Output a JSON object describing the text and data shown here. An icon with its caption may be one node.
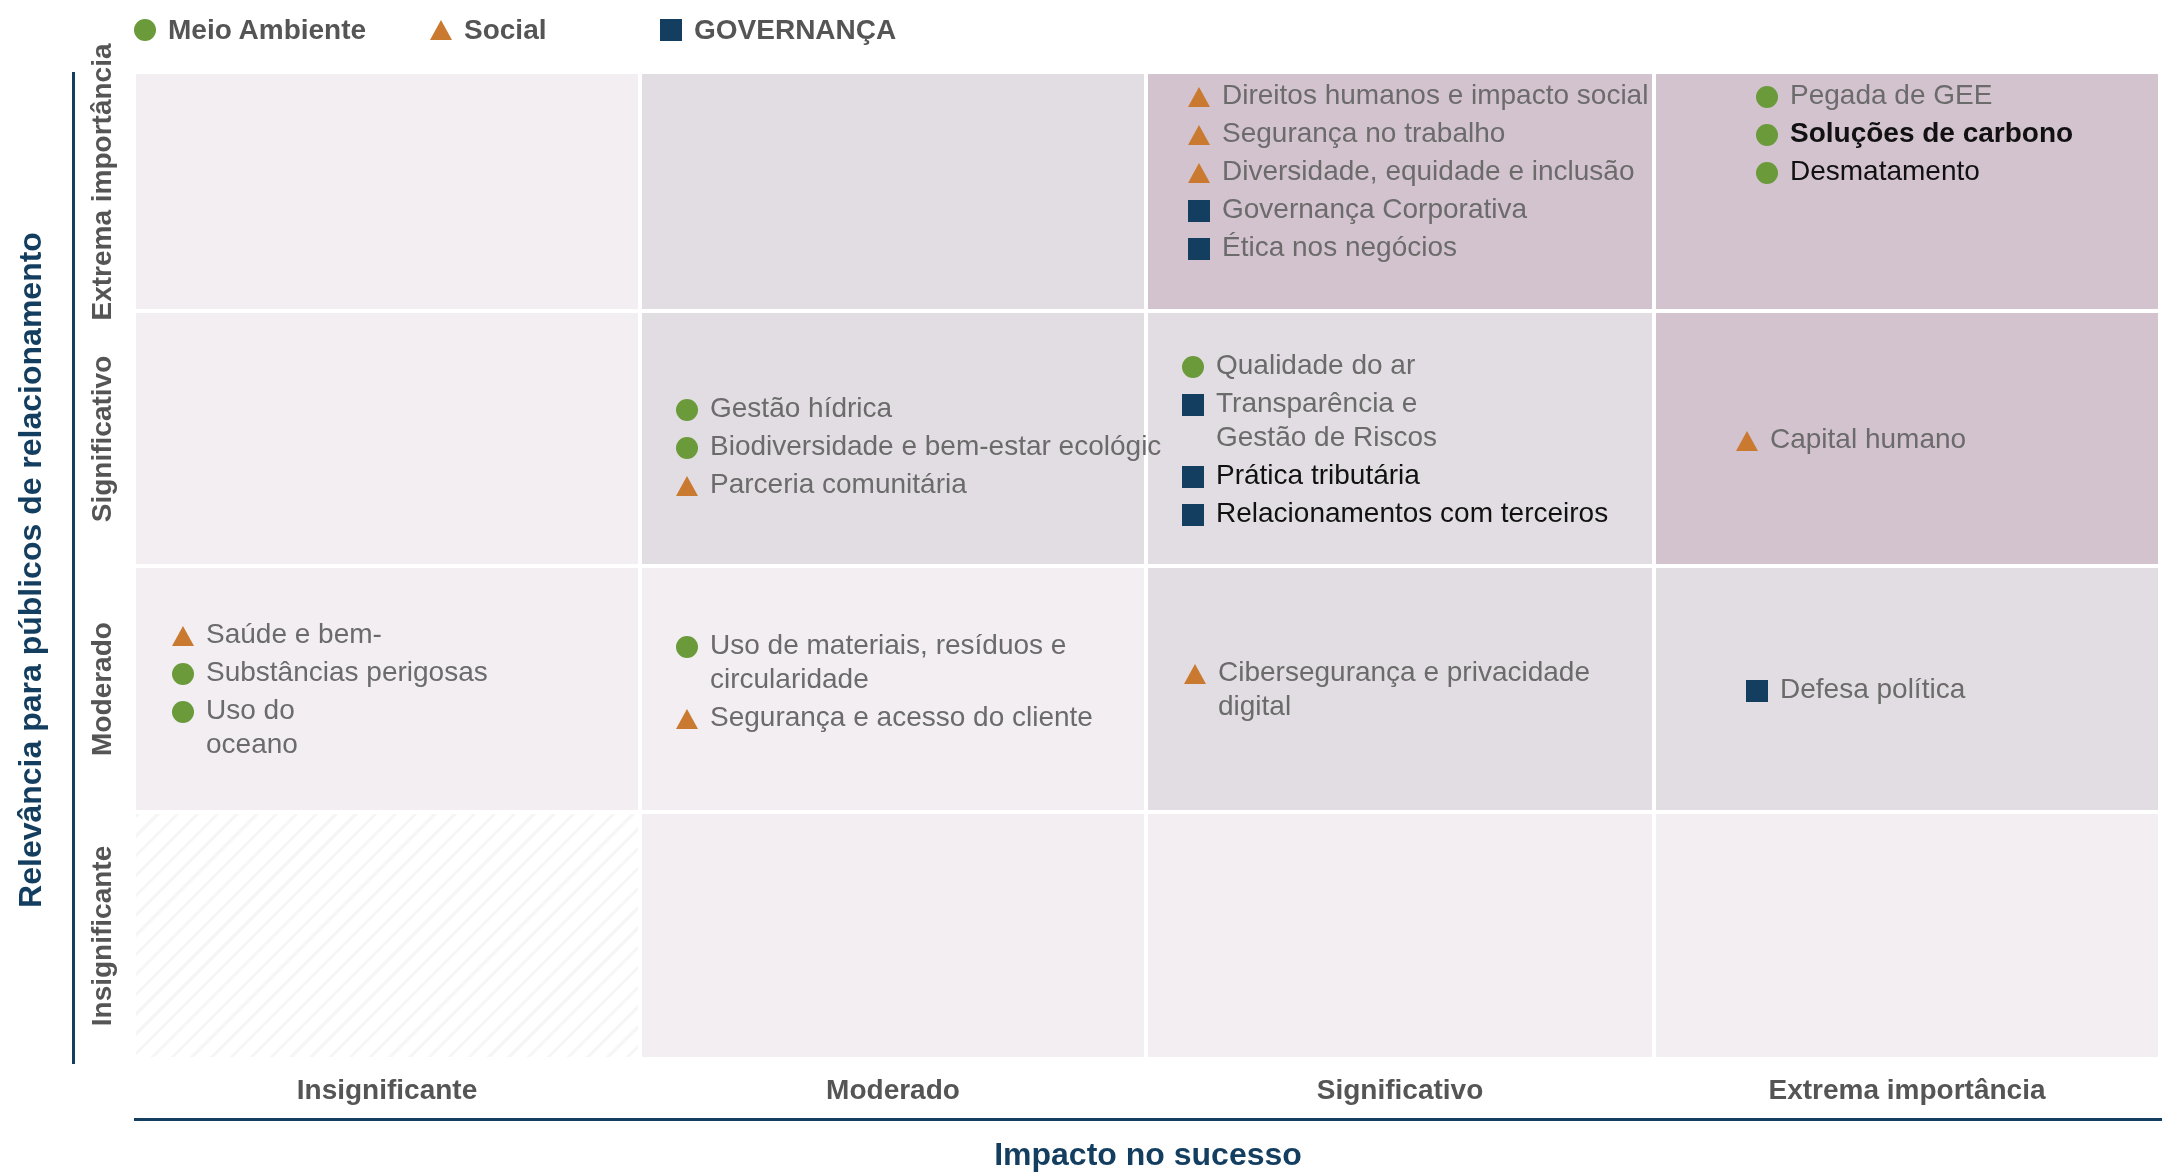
{
  "diagram": {
    "nodes": [
      {
        "text": [],
        "shape": "box"
      },
      {
        "text": [],
        "shape": "box"
      },
      {
        "text": [
          "Direitos humanos e impacto social",
          "Segurança no trabalho",
          "Diversidade, equidade e inclusão",
          "Governança Corporativa",
          "Ética nos negócios"
        ]
      },
      {
        "text": [
          "Pegada de GEE",
          "Soluções de carbono",
          "Desmatamento"
        ]
      },
      {
        "text": [],
        "shape": "box"
      },
      {
        "text": [
          "Gestão hídrica",
          "Biodiversidade e bem-estar ecológic",
          "Parceria comunitária"
        ]
      },
      {
        "text": [
          "Qualidade do ar",
          "Transparência e Gestão de Riscos",
          "Prática tributária",
          "Relacionamentos com terceiros"
        ]
      },
      {
        "text": [
          "Capital humano"
        ]
      },
      {
        "text": [
          "Saúde e bem-",
          "Substâncias perigosas",
          "Uso do oceano"
        ]
      },
      {
        "text": [
          "Uso de materiais, resíduos e circularidade",
          "Segurança e acesso do cliente"
        ]
      },
      {
        "text": [
          "Cibersegurança e privacidade digital"
        ]
      },
      {
        "text": [
          "Defesa política"
        ]
      },
      {
        "text": [],
        "shape": "box"
      },
      {
        "text": [],
        "shape": "box"
      },
      {
        "text": [],
        "shape": "box"
      },
      {
        "text": [],
        "shape": "box"
      }
    ],
    "labels": [
      "Relevância para públicos de relacionamento",
      "Extrema importância",
      "Significativo",
      "Moderado",
      "Insignificante",
      "Insignificante",
      "Moderado",
      "Significativo",
      "Extrema importância",
      "Impacto no sucesso"
    ],
    "legend": [
      {
        "text": "Meio Ambiente"
      },
      {
        "text": "Social"
      },
      {
        "text": "GOVERNANÇA"
      }
    ]
  }
}
